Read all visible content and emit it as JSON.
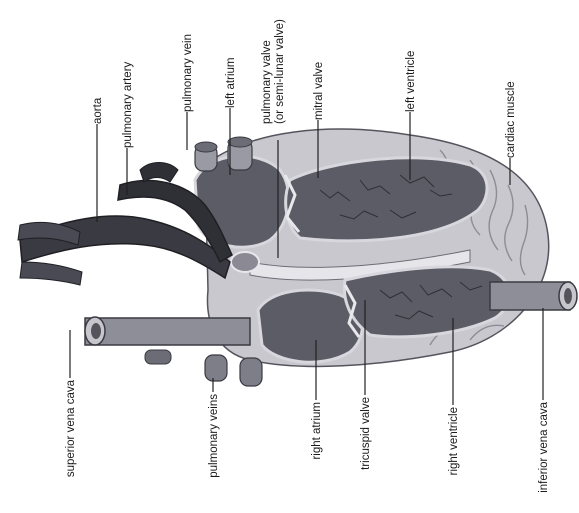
{
  "labels": {
    "aorta": "aorta",
    "pulmonary_artery": "pulmonary artery",
    "pulmonary_vein": "pulmonary vein",
    "left_atrium": "left atrium",
    "pulmonary_valve_1": "pulmonary valve",
    "pulmonary_valve_2": "(or semi-lunar valve)",
    "mitral_valve": "mitral valve",
    "left_ventricle": "left ventricle",
    "cardiac_muscle": "cardiac muscle",
    "superior_vena_cava": "superior vena cava",
    "pulmonary_veins": "pulmonary veins",
    "right_atrium": "right atrium",
    "tricuspid_valve": "tricuspid valve",
    "right_ventricle": "right ventricle",
    "inferior_vena_cava": "inferior vena cava"
  },
  "colors": {
    "muscle": "#c9c8cf",
    "muscle_dark": "#8d8c96",
    "chamber": "#5c5c66",
    "vessel_dark": "#3a3a42",
    "vessel_light": "#9a9aa4"
  }
}
